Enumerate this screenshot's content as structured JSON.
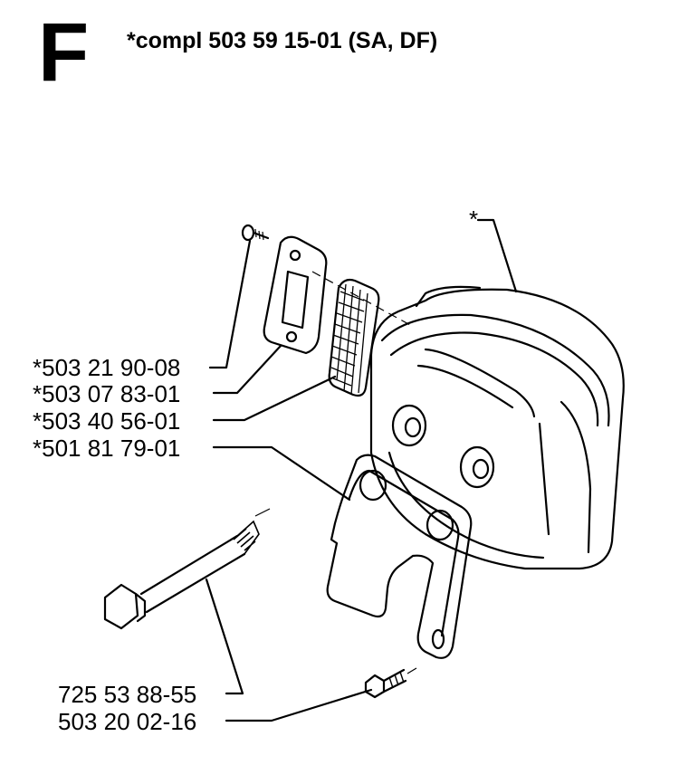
{
  "section": {
    "letter": "F",
    "title": "*compl 503 59 15-01 (SA, DF)"
  },
  "callouts": {
    "muffler": "*",
    "screw_small": "*503 21 90-08",
    "gasket": "*503 07 83-01",
    "spark_screen": "*503 40 56-01",
    "bracket": "*501 81 79-01",
    "bolt_long": "725 53 88-55",
    "bolt_short": "503 20 02-16"
  }
}
